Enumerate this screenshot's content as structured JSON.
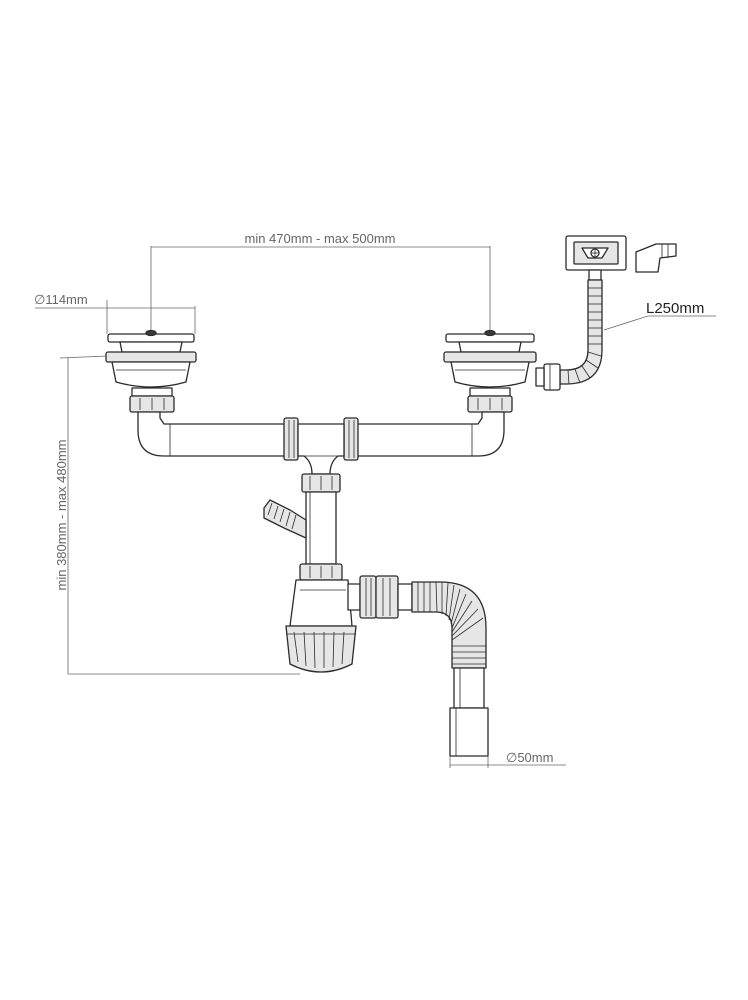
{
  "diagram": {
    "dimensions": {
      "width_between_drains": "min 470mm - max 500mm",
      "strainer_diameter": "∅114mm",
      "height_range": "min 380mm - max 480mm",
      "overflow_hose_length": "L250mm",
      "outlet_diameter": "∅50mm"
    },
    "colors": {
      "line": "#2b2b2b",
      "dimension": "#666666",
      "fill_light": "#e6e6e6"
    }
  }
}
